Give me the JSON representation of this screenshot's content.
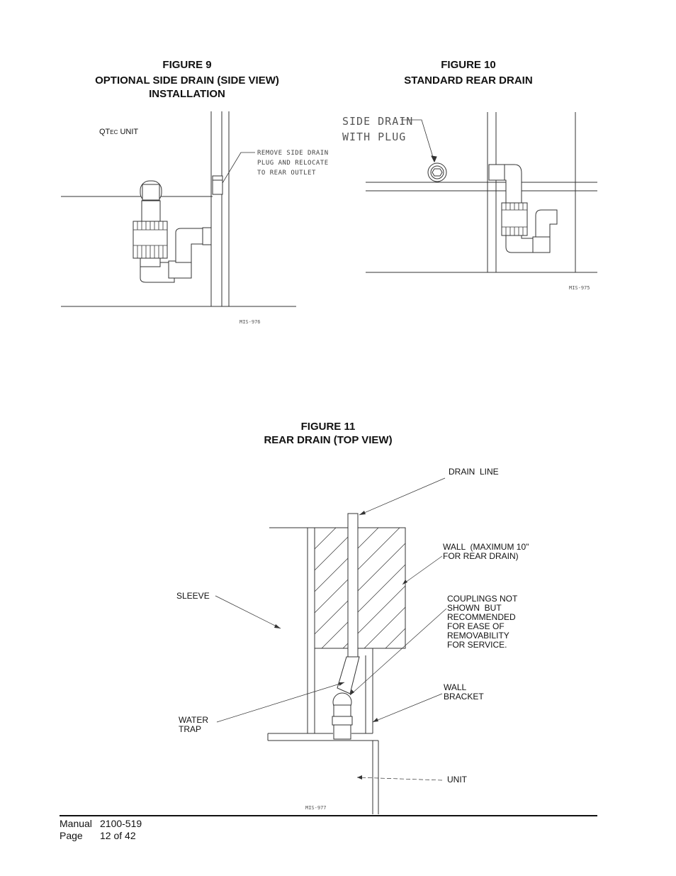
{
  "figure9": {
    "title": "FIGURE  9",
    "caption_line1": "OPTIONAL SIDE DRAIN (SIDE VIEW)",
    "caption_line2": "INSTALLATION",
    "unit_label_qt": "QT",
    "unit_label_ec": "EC",
    "unit_label_rest": " UNIT",
    "note": "REMOVE SIDE DRAIN\nPLUG AND RELOCATE\nTO REAR OUTLET",
    "drawing_id": "MIS-976"
  },
  "figure10": {
    "title": "FIGURE  10",
    "caption": "STANDARD REAR DRAIN",
    "note": "SIDE DRAIN\nWITH PLUG",
    "drawing_id": "MIS-975"
  },
  "figure11": {
    "title": "FIGURE  11",
    "caption": "REAR DRAIN  (TOP VIEW)",
    "drain_line": "DRAIN  LINE",
    "wall": "WALL  (MAXIMUM 10\"\nFOR REAR DRAIN)",
    "couplings": "COUPLINGS NOT\nSHOWN  BUT\nRECOMMENDED\nFOR EASE OF\nREMOVABILITY\nFOR SERVICE.",
    "sleeve": "SLEEVE",
    "wall_bracket": "WALL\nBRACKET",
    "water_trap": "WATER\nTRAP",
    "unit": "UNIT",
    "drawing_id": "MIS-977"
  },
  "footer": {
    "manual_label": "Manual",
    "manual_value": "2100-519",
    "page_label": "Page",
    "page_value": "12 of 42"
  }
}
